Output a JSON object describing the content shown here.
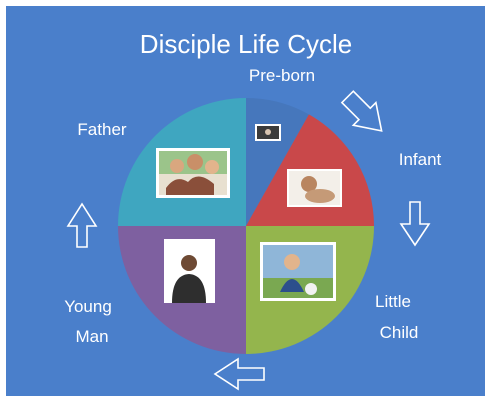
{
  "title": "Disciple Life Cycle",
  "stages": [
    {
      "key": "preborn",
      "label_lines": [
        "Pre-born"
      ],
      "color": "#4677BC",
      "photo": "preborn-photo"
    },
    {
      "key": "infant",
      "label_lines": [
        "Infant"
      ],
      "color": "#C9484A",
      "photo": "infant-photo"
    },
    {
      "key": "little-child",
      "label_lines": [
        "Little",
        "Child"
      ],
      "color": "#94B54D",
      "photo": "little-child-photo"
    },
    {
      "key": "young-man",
      "label_lines": [
        "Young",
        "Man"
      ],
      "color": "#7E60A0",
      "photo": "young-man-photo"
    },
    {
      "key": "father",
      "label_lines": [
        "Father"
      ],
      "color": "#3FA6C0",
      "photo": "father-photo"
    }
  ],
  "colors": {
    "background": "#4A7FCB",
    "text": "#FFFFFF",
    "arrow_outline": "#FFFFFF"
  },
  "arrows": [
    "arrow-down-right-icon",
    "arrow-down-icon",
    "arrow-left-icon",
    "arrow-up-icon"
  ]
}
